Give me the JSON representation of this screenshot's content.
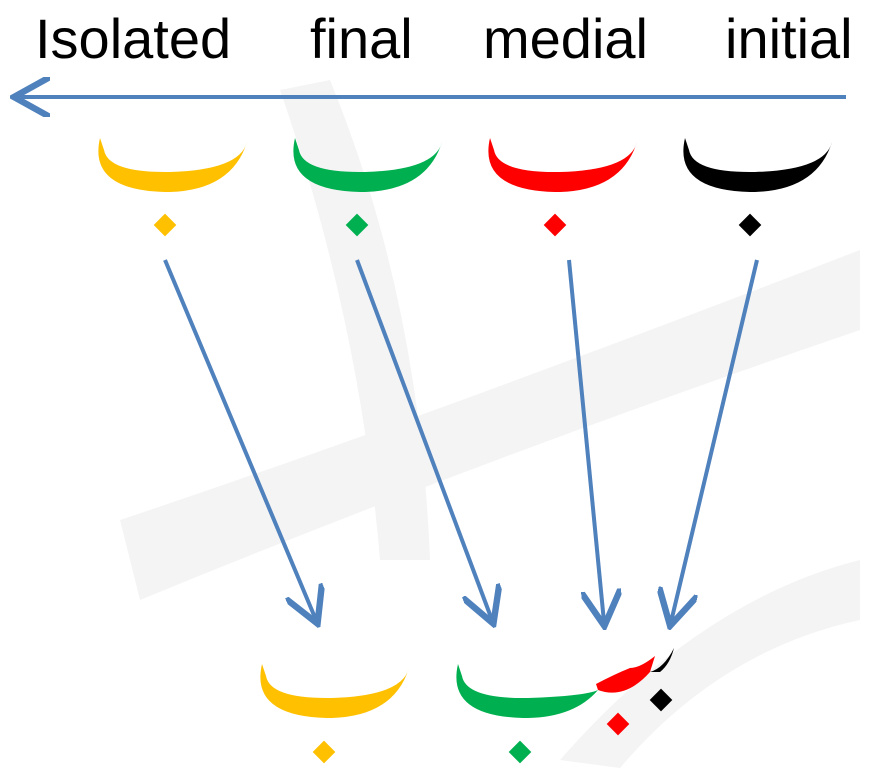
{
  "labels": {
    "isolated": "Isolated",
    "final": "final",
    "medial": "medial",
    "initial": "initial"
  },
  "colors": {
    "isolated": "#FFC000",
    "final": "#00B050",
    "medial": "#FF0000",
    "initial": "#000000",
    "arrow": "#4F81BD",
    "watermark": "#F4F4F4"
  },
  "icons": {
    "direction_arrow": "left-arrow-icon",
    "letter_shape": "arabic-letter-ba-icon",
    "dot": "diamond-dot-icon"
  },
  "letter_forms": [
    "initial",
    "medial",
    "final",
    "isolated"
  ],
  "letter": "ب"
}
